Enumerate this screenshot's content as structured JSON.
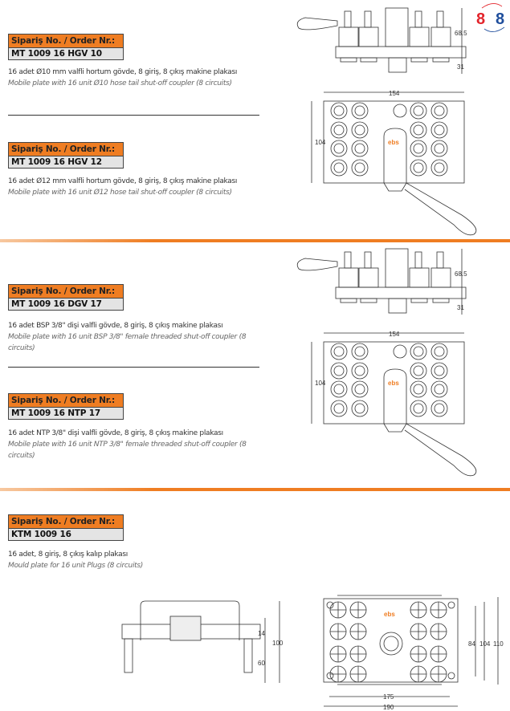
{
  "order_label": "Sipariş No. / Order Nr.:",
  "products": [
    {
      "code": "MT 1009 16 HGV 10",
      "tr": "16 adet Ø10 mm valfli hortum gövde, 8 giriş, 8 çıkış makine plakası",
      "en": "Mobile plate with 16 unit Ø10 hose tail shut-off coupler (8 circuits)"
    },
    {
      "code": "MT 1009 16 HGV 12",
      "tr": "16 adet Ø12 mm valfli hortum gövde, 8 giriş, 8 çıkış makine plakası",
      "en": "Mobile plate with 16 unit Ø12 hose tail shut-off coupler (8 circuits)"
    },
    {
      "code": "MT 1009 16 DGV 17",
      "tr": "16 adet BSP 3/8\" dişi valfli gövde, 8 giriş, 8 çıkış makine plakası",
      "en": "Mobile plate with 16 unit BSP 3/8\" female threaded shut-off coupler (8 circuits)"
    },
    {
      "code": "MT 1009 16 NTP 17",
      "tr": "16 adet NTP 3/8\" dişi valfli gövde, 8 giriş, 8 çıkış makine plakası",
      "en": "Mobile plate with 16 unit NTP 3/8\" female threaded shut-off coupler (8 circuits)"
    },
    {
      "code": "KTM 1009 16",
      "tr": "16 adet, 8 giriş, 8 çıkış kalıp plakası",
      "en": "Mould plate for 16 unit Plugs (8 circuits)"
    }
  ],
  "badge": {
    "left": "8",
    "right": "8",
    "left_color": "#e3242b",
    "right_color": "#1f4e9c"
  },
  "dims_mobile": {
    "height": "68.5",
    "below": "31",
    "width": "154",
    "depth": "104"
  },
  "dims_mould": {
    "d14": "14",
    "d60": "60",
    "d100": "100",
    "d84": "84",
    "d104": "104",
    "d110": "110",
    "d175": "175",
    "d190": "190"
  },
  "logo": "ebs",
  "accent": "#ef7d22"
}
